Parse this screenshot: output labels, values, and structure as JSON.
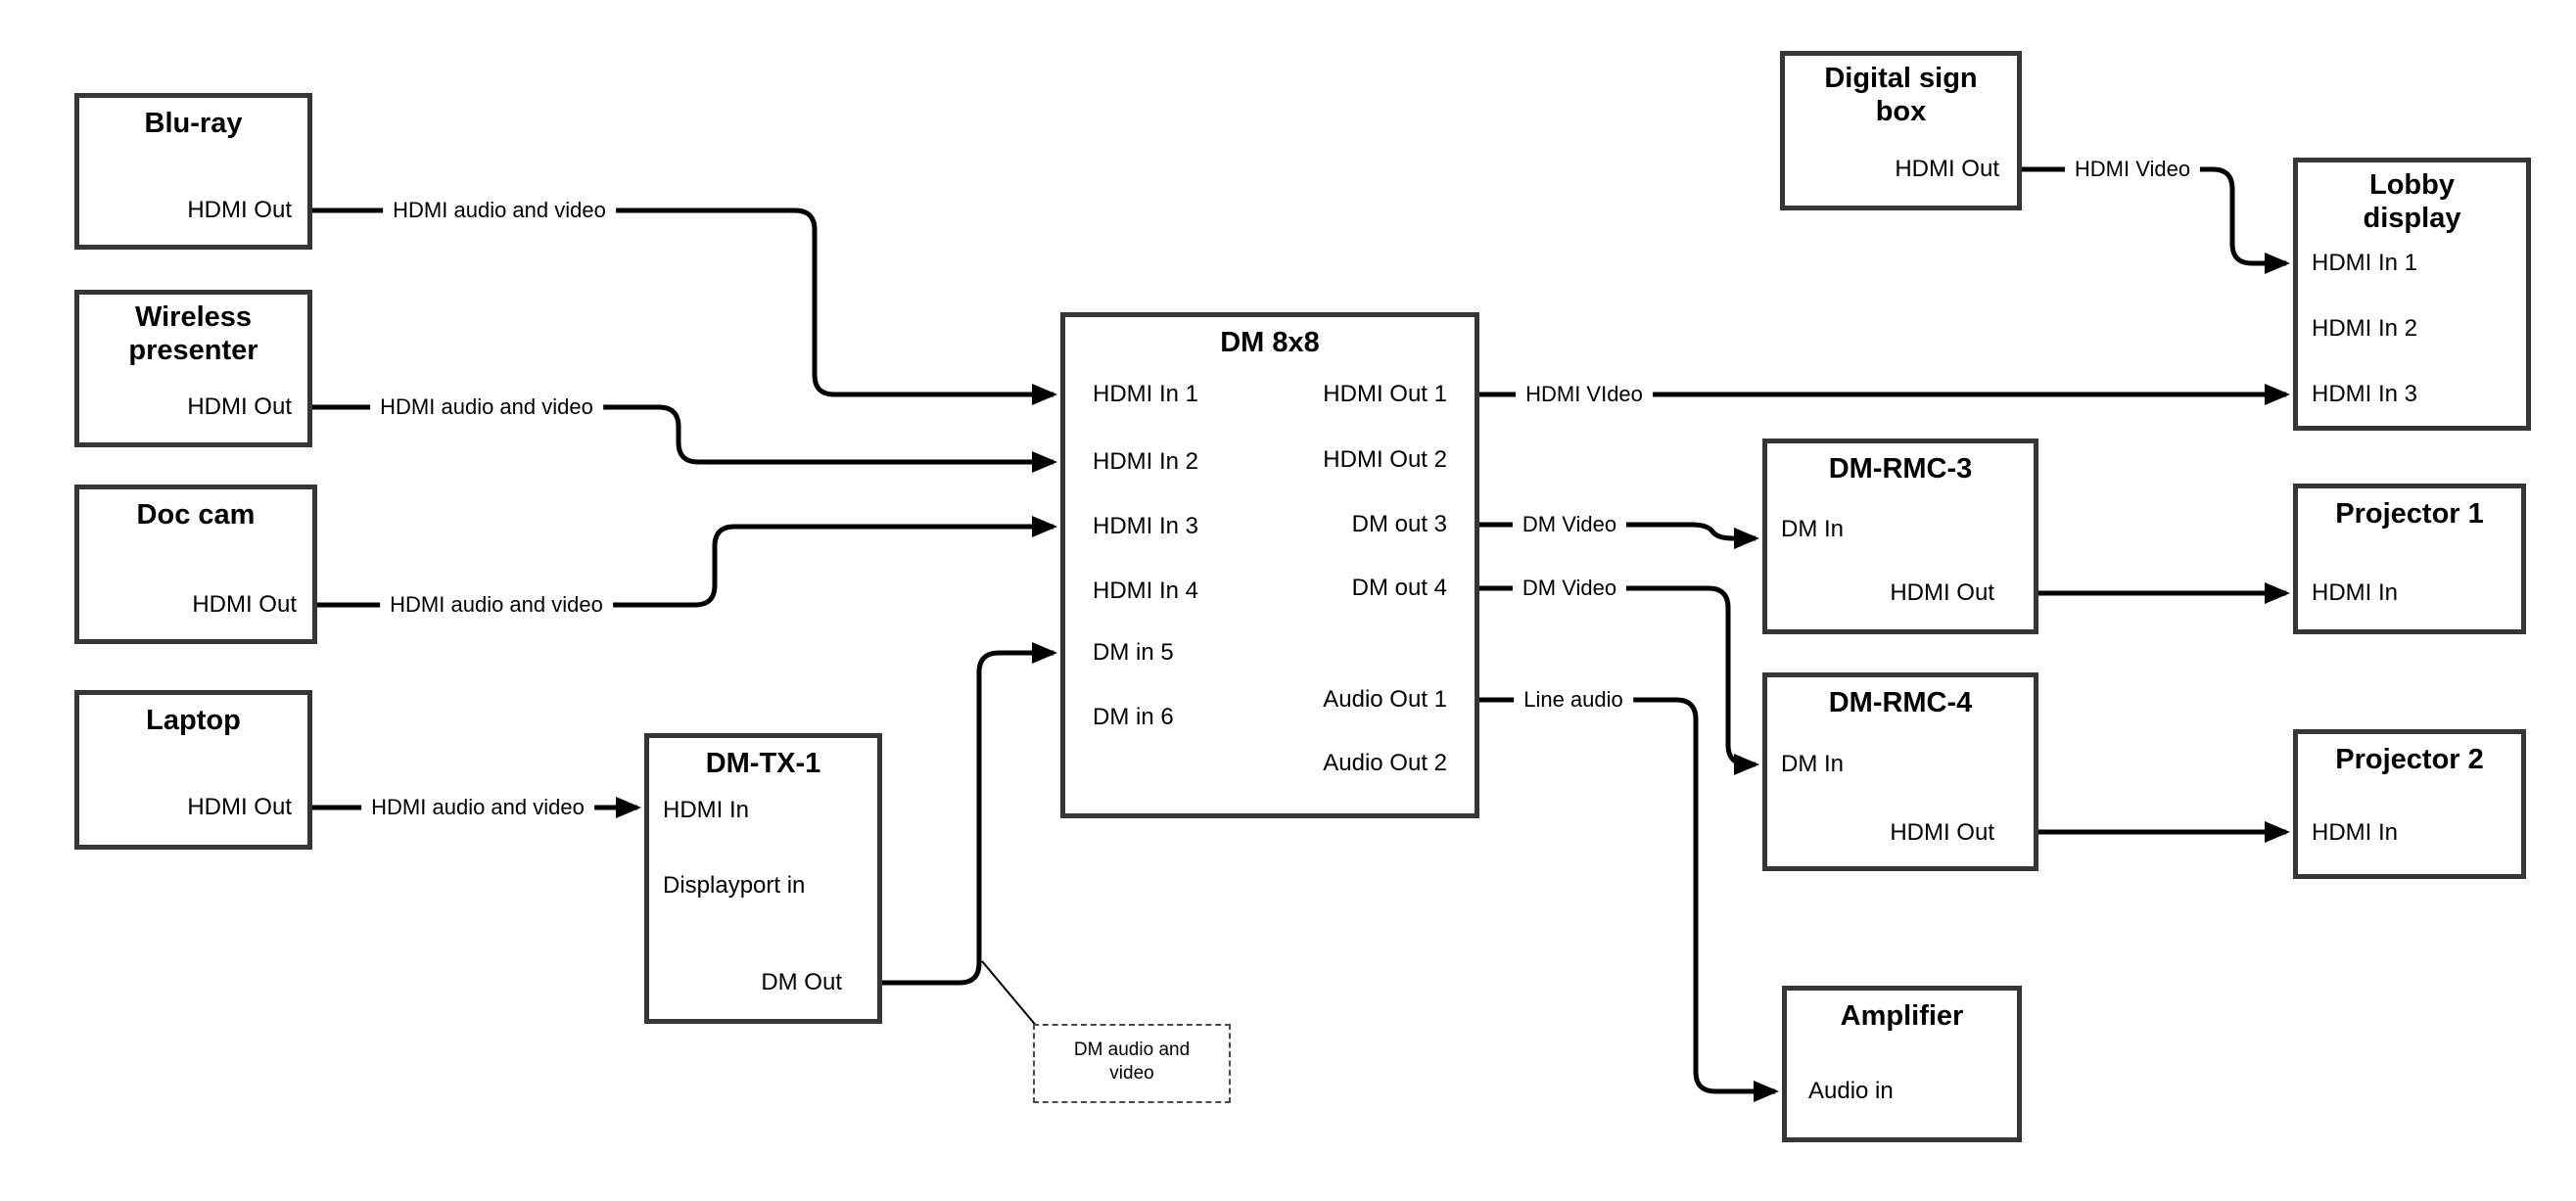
{
  "diagram": {
    "background": "#ffffff",
    "colors": {
      "box_border": "#363636",
      "connector": "#000000",
      "text": "#000000"
    },
    "nodes": {
      "bluray": {
        "title": "Blu-ray",
        "ports": {
          "hdmi_out": "HDMI Out"
        }
      },
      "wireless_presenter": {
        "title": "Wireless\npresenter",
        "ports": {
          "hdmi_out": "HDMI Out"
        }
      },
      "doc_cam": {
        "title": "Doc cam",
        "ports": {
          "hdmi_out": "HDMI Out"
        }
      },
      "laptop": {
        "title": "Laptop",
        "ports": {
          "hdmi_out": "HDMI Out"
        }
      },
      "dm_tx_1": {
        "title": "DM-TX-1",
        "ports": {
          "hdmi_in": "HDMI In",
          "displayport_in": "Displayport in",
          "dm_out": "DM Out"
        }
      },
      "dm_8x8": {
        "title": "DM 8x8",
        "ports": {
          "hdmi_in_1": "HDMI In 1",
          "hdmi_in_2": "HDMI In 2",
          "hdmi_in_3": "HDMI In 3",
          "hdmi_in_4": "HDMI In 4",
          "dm_in_5": "DM in 5",
          "dm_in_6": "DM in 6",
          "hdmi_out_1": "HDMI Out 1",
          "hdmi_out_2": "HDMI Out 2",
          "dm_out_3": "DM out 3",
          "dm_out_4": "DM out 4",
          "audio_out_1": "Audio Out 1",
          "audio_out_2": "Audio Out 2"
        }
      },
      "digital_sign_box": {
        "title": "Digital sign\nbox",
        "ports": {
          "hdmi_out": "HDMI Out"
        }
      },
      "lobby_display": {
        "title": "Lobby\ndisplay",
        "ports": {
          "hdmi_in_1": "HDMI In 1",
          "hdmi_in_2": "HDMI In 2",
          "hdmi_in_3": "HDMI In 3"
        }
      },
      "dm_rmc_3": {
        "title": "DM-RMC-3",
        "ports": {
          "dm_in": "DM In",
          "hdmi_out": "HDMI Out"
        }
      },
      "projector_1": {
        "title": "Projector 1",
        "ports": {
          "hdmi_in": "HDMI In"
        }
      },
      "dm_rmc_4": {
        "title": "DM-RMC-4",
        "ports": {
          "dm_in": "DM In",
          "hdmi_out": "HDMI Out"
        }
      },
      "projector_2": {
        "title": "Projector 2",
        "ports": {
          "hdmi_in": "HDMI In"
        }
      },
      "amplifier": {
        "title": "Amplifier",
        "ports": {
          "audio_in": "Audio in"
        }
      }
    },
    "connection_labels": {
      "bluray_to_dm8x8": "HDMI audio and video",
      "wireless_to_dm8x8": "HDMI audio and video",
      "doccam_to_dm8x8": "HDMI audio and video",
      "laptop_to_dmtx1": "HDMI audio and video",
      "hdmiout1_to_lobby": "HDMI VIdeo",
      "digitalsign_to_lobby": "HDMI Video",
      "dmout3_to_rmc3": "DM Video",
      "dmout4_to_rmc4": "DM Video",
      "audioout1_to_amp": "Line audio"
    },
    "callout": {
      "text": "DM audio and\nvideo"
    }
  }
}
